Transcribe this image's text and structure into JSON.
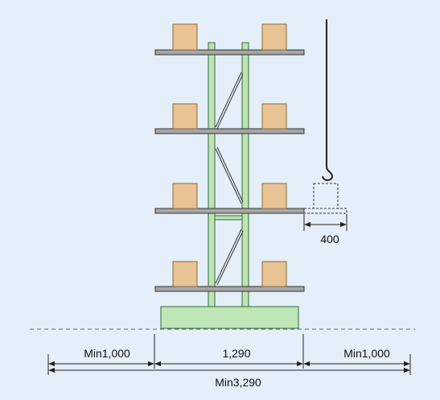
{
  "colors": {
    "background": "#e4eff9",
    "upright_fill": "#bfe3b4",
    "upright_stroke": "#2f6a3a",
    "base_fill": "#bfe6b6",
    "arm_fill": "#a6a6a6",
    "arm_stroke": "#333333",
    "box_fill": "#e8c394",
    "box_stroke": "#8a6a3c",
    "line": "#222222"
  },
  "labels": {
    "left_clearance": "Min1,000",
    "rack_depth": "1,290",
    "right_clearance": "Min1,000",
    "total_width": "Min3,290",
    "arm_overhang": "400"
  },
  "icons": {
    "crane_hook": "crane-hook-icon",
    "load_outline": "dashed-load-outline"
  }
}
